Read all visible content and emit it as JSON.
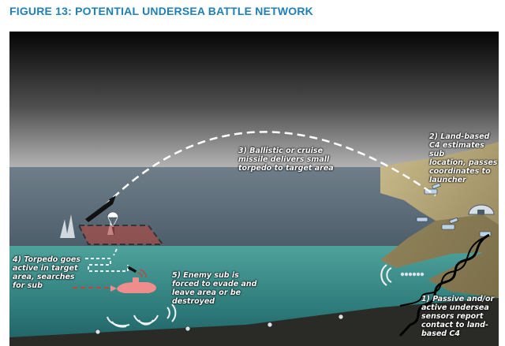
{
  "figure": {
    "title": "FIGURE 13: POTENTIAL UNDERSEA BATTLE NETWORK"
  },
  "steps": [
    {
      "text": "1) Passive and/or\nactive undersea\nsensors report\ncontact to land-\nbased C4"
    },
    {
      "text": "2) Land-based\nC4 estimates sub\nlocation, passes\ncoordinates to\nlauncher"
    },
    {
      "text": "3) Ballistic or cruise\nmissile delivers small\ntorpedo to target area"
    },
    {
      "text": "4) Torpedo goes\nactive in target\narea, searches\nfor sub"
    },
    {
      "text": "5) Enemy sub is\nforced to evade and\nleave area or be\ndestroyed"
    }
  ],
  "colors": {
    "title": "#1f7fb8",
    "sky_top": "#000000",
    "sea_surface": "#5a6c7a",
    "water": "#3f8f8c",
    "land": "#b8a878",
    "target_area": "#c0463c",
    "enemy_sub": "#ef8d8d",
    "cable": "#000000",
    "label_text": "#ffffff"
  }
}
